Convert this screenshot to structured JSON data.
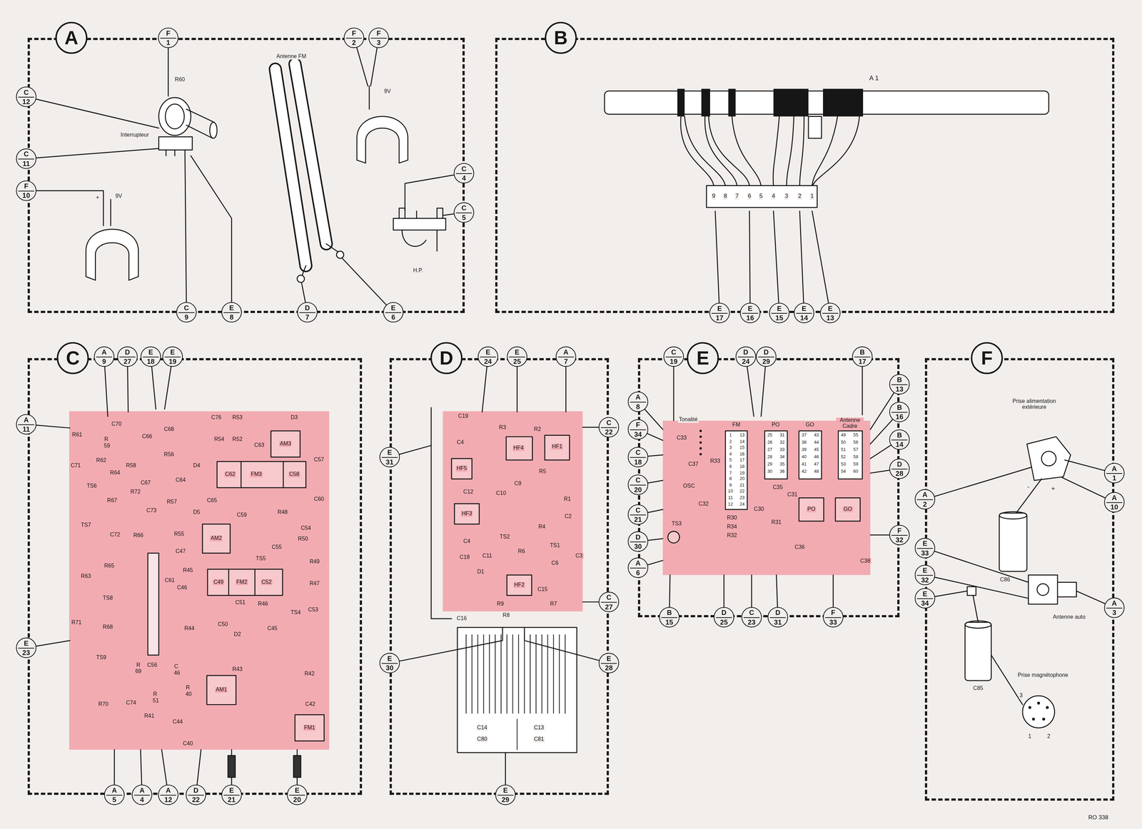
{
  "diagram": {
    "nodes": [
      {
        "text": [
          "A"
        ]
      },
      {
        "text": [
          "F",
          "1"
        ]
      },
      {
        "text": [
          "C",
          "12"
        ]
      },
      {
        "text": [
          "C",
          "11"
        ]
      },
      {
        "text": [
          "F",
          "10"
        ]
      },
      {
        "text": [
          "F",
          "2"
        ]
      },
      {
        "text": [
          "F",
          "3"
        ]
      },
      {
        "text": [
          "C",
          "4"
        ]
      },
      {
        "text": [
          "C",
          "5"
        ]
      },
      {
        "text": [
          "C",
          "9"
        ]
      },
      {
        "text": [
          "E",
          "8"
        ]
      },
      {
        "text": [
          "D",
          "7"
        ]
      },
      {
        "text": [
          "E",
          "6"
        ]
      },
      {
        "text": [
          "B"
        ]
      },
      {
        "text": [
          "E",
          "17"
        ]
      },
      {
        "text": [
          "E",
          "16"
        ]
      },
      {
        "text": [
          "E",
          "15"
        ]
      },
      {
        "text": [
          "E",
          "14"
        ]
      },
      {
        "text": [
          "E",
          "13"
        ]
      },
      {
        "text": [
          "C"
        ]
      },
      {
        "text": [
          "A",
          "9"
        ]
      },
      {
        "text": [
          "D",
          "27"
        ]
      },
      {
        "text": [
          "E",
          "18"
        ]
      },
      {
        "text": [
          "E",
          "19"
        ]
      },
      {
        "text": [
          "A",
          "11"
        ]
      },
      {
        "text": [
          "E",
          "23"
        ]
      },
      {
        "text": [
          "A",
          "5"
        ]
      },
      {
        "text": [
          "A",
          "4"
        ]
      },
      {
        "text": [
          "A",
          "12"
        ]
      },
      {
        "text": [
          "D",
          "22"
        ]
      },
      {
        "text": [
          "E",
          "21"
        ]
      },
      {
        "text": [
          "E",
          "20"
        ]
      },
      {
        "text": [
          "D"
        ]
      },
      {
        "text": [
          "E",
          "24"
        ]
      },
      {
        "text": [
          "E",
          "25"
        ]
      },
      {
        "text": [
          "A",
          "7"
        ]
      },
      {
        "text": [
          "C",
          "22"
        ]
      },
      {
        "text": [
          "E",
          "31"
        ]
      },
      {
        "text": [
          "C",
          "27"
        ]
      },
      {
        "text": [
          "E",
          "30"
        ]
      },
      {
        "text": [
          "E",
          "28"
        ]
      },
      {
        "text": [
          "E",
          "29"
        ]
      },
      {
        "text": [
          "E"
        ]
      },
      {
        "text": [
          "C",
          "19"
        ]
      },
      {
        "text": [
          "D",
          "24"
        ]
      },
      {
        "text": [
          "D",
          "29"
        ]
      },
      {
        "text": [
          "B",
          "17"
        ]
      },
      {
        "text": [
          "A",
          "8"
        ]
      },
      {
        "text": [
          "F",
          "34"
        ]
      },
      {
        "text": [
          "C",
          "18"
        ]
      },
      {
        "text": [
          "C",
          "20"
        ]
      },
      {
        "text": [
          "C",
          "21"
        ]
      },
      {
        "text": [
          "D",
          "30"
        ]
      },
      {
        "text": [
          "A",
          "6"
        ]
      },
      {
        "text": [
          "B",
          "13"
        ]
      },
      {
        "text": [
          "B",
          "16"
        ]
      },
      {
        "text": [
          "B",
          "14"
        ]
      },
      {
        "text": [
          "D",
          "28"
        ]
      },
      {
        "text": [
          "F",
          "32"
        ]
      },
      {
        "text": [
          "B",
          "15"
        ]
      },
      {
        "text": [
          "D",
          "25"
        ]
      },
      {
        "text": [
          "C",
          "23"
        ]
      },
      {
        "text": [
          "D",
          "31"
        ]
      },
      {
        "text": [
          "F",
          "33"
        ]
      },
      {
        "text": [
          "F"
        ]
      },
      {
        "text": [
          "A",
          "1"
        ]
      },
      {
        "text": [
          "A",
          "10"
        ]
      },
      {
        "text": [
          "A",
          "3"
        ]
      },
      {
        "text": [
          "A",
          "2"
        ]
      },
      {
        "text": [
          "E",
          "33"
        ]
      },
      {
        "text": [
          "E",
          "32"
        ]
      },
      {
        "text": [
          "E",
          "34"
        ]
      }
    ],
    "labels": [
      "R60",
      "Interrupteur",
      "Antenne FM",
      "+",
      "9V",
      "9V",
      "H.P.",
      "A 1",
      "9",
      "8",
      "7",
      "6",
      "5",
      "4",
      "3",
      "2",
      "1",
      "R61",
      "C70",
      "R",
      "59",
      "C66",
      "C68",
      "C76",
      "R53",
      "D3",
      "R54",
      "R52",
      "C63",
      "AM3",
      "R58",
      "R56",
      "C71",
      "R62",
      "D4",
      "C57",
      "R64",
      "TS6",
      "C67",
      "R72",
      "C64",
      "C62",
      "FM3",
      "C58",
      "R67",
      "R57",
      "C65",
      "C60",
      "C73",
      "TS7",
      "D5",
      "C59",
      "R48",
      "C54",
      "C72",
      "R66",
      "R55",
      "AM2",
      "R50",
      "C55",
      "C47",
      "R49",
      "TS5",
      "R65",
      "R63",
      "R45",
      "C61",
      "C46",
      "C49",
      "FM2",
      "C52",
      "R47",
      "TS8",
      "C51",
      "R46",
      "C53",
      "TS4",
      "R71",
      "R68",
      "C50",
      "R44",
      "C45",
      "D2",
      "TS9",
      "R",
      "69",
      "C56",
      "C",
      "46",
      "R43",
      "R42",
      "AM1",
      "R",
      "40",
      "R",
      "51",
      "R70",
      "C74",
      "C42",
      "R41",
      "C44",
      "FM1",
      "C40",
      "C19",
      "R3",
      "R2",
      "HF4",
      "HF1",
      "C4",
      "HF5",
      "R5",
      "C9",
      "C12",
      "C10",
      "R1",
      "HF3",
      "C2",
      "R4",
      "TS2",
      "C4",
      "TS1",
      "R6",
      "C11",
      "C18",
      "C3",
      "C6",
      "D1",
      "HF2",
      "C15",
      "R9",
      "R7",
      "R8",
      "C16",
      "C14",
      "C80",
      "C13",
      "C81",
      "Tonalité",
      "FM",
      "PO",
      "GO",
      "Antenne Cadre",
      "C33",
      "C37",
      "R33",
      "OSC",
      "C35",
      "C31",
      "C32",
      "C30",
      "R30",
      "R34",
      "R32",
      "R31",
      "TS3",
      "C36",
      "PO",
      "GO",
      "C38",
      "Prise alimentation extérieure",
      "-",
      "+",
      "C86",
      "Antenne auto",
      "Prise magnétophone",
      "C85",
      "3",
      "1",
      "2",
      "RO 338",
      "1",
      "2",
      "3",
      "4",
      "5",
      "6",
      "7",
      "8",
      "9",
      "10",
      "11",
      "12",
      "13",
      "14",
      "15",
      "16",
      "17",
      "18",
      "19",
      "20",
      "21",
      "22",
      "23",
      "24",
      "25",
      "26",
      "27",
      "28",
      "29",
      "30",
      "31",
      "32",
      "33",
      "34",
      "35",
      "36",
      "37",
      "38",
      "39",
      "40",
      "41",
      "42",
      "43",
      "44",
      "45",
      "46",
      "47",
      "48",
      "49",
      "50",
      "51",
      "52",
      "53",
      "54",
      "55",
      "56",
      "57",
      "58",
      "59",
      "60"
    ]
  }
}
